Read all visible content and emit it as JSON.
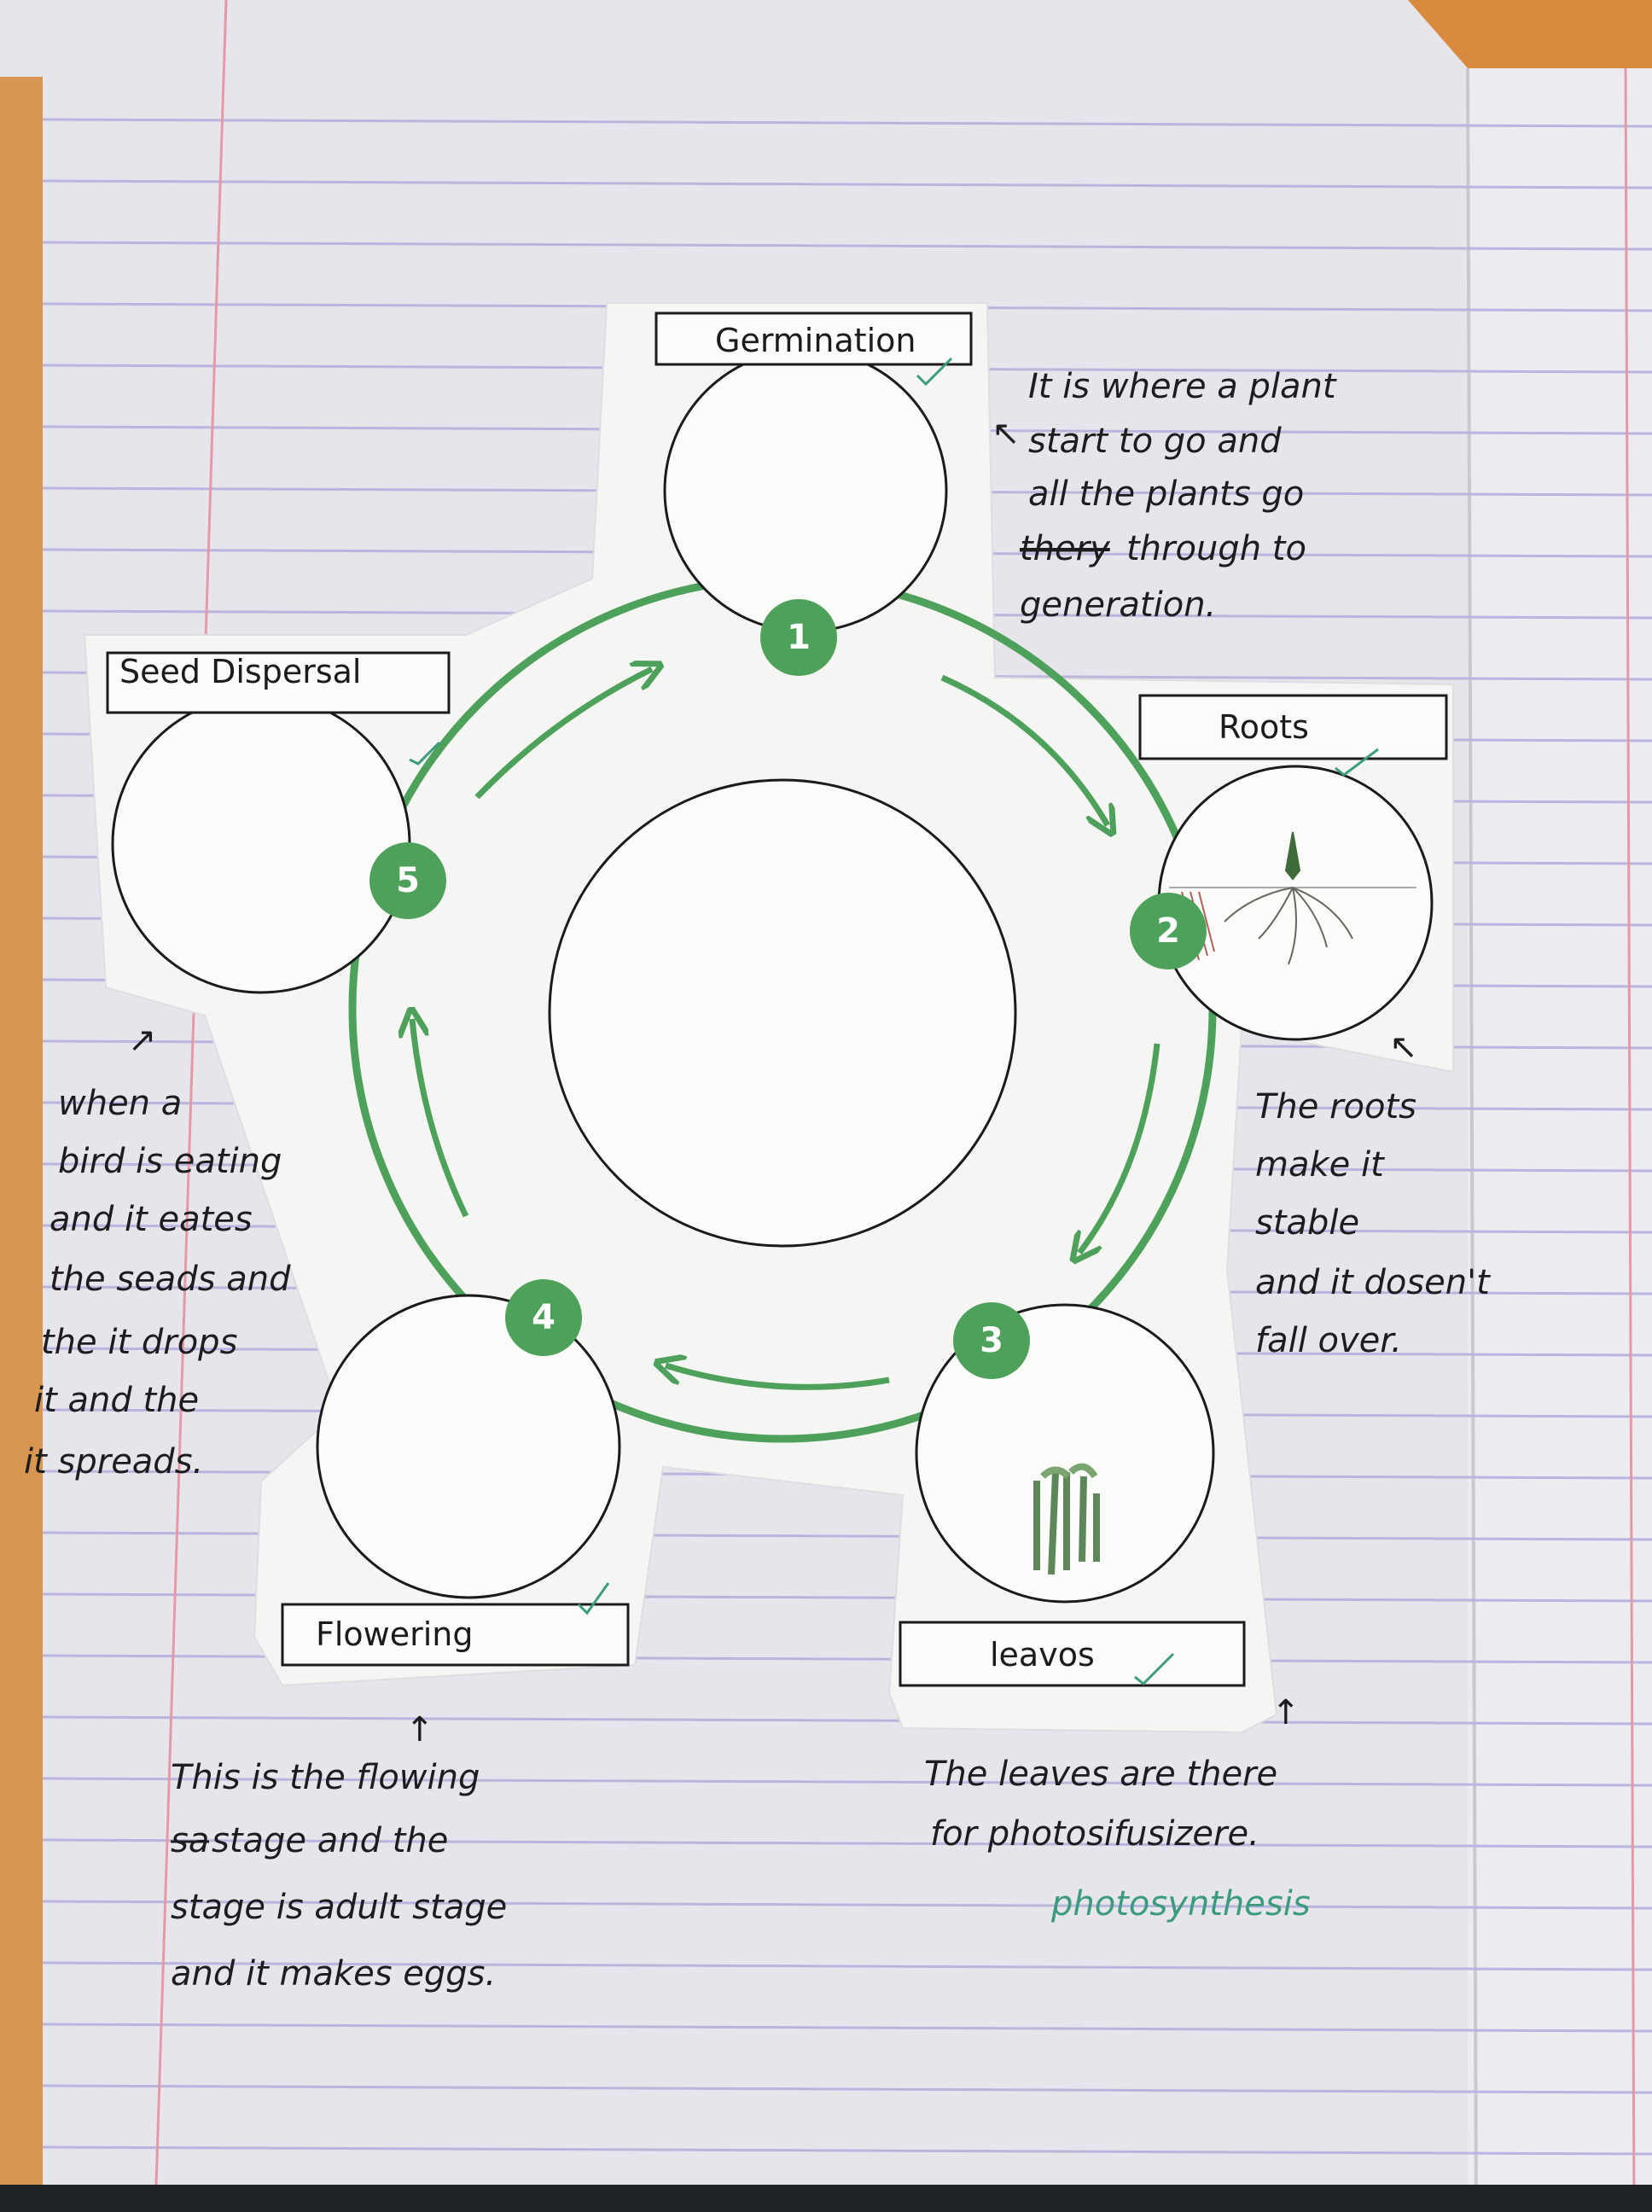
{
  "colors": {
    "cycle_green": "#4ea15a",
    "ink": "#1d1d1f",
    "teacher_pen": "#3a9b7e",
    "margin_red": "#e49aa6",
    "rule_blue": "#b9b6dd"
  },
  "stages": [
    {
      "number": "1",
      "label": "Germination"
    },
    {
      "number": "2",
      "label": "Roots"
    },
    {
      "number": "3",
      "label": "leavos"
    },
    {
      "number": "4",
      "label": "Flowering"
    },
    {
      "number": "5",
      "label": "Seed Dispersal"
    }
  ],
  "notes": {
    "germination": {
      "arrow": "↖",
      "lines": [
        "It is where a plant",
        "start to go and",
        "all the plants go",
        "through to",
        "generation."
      ],
      "struck": "thery"
    },
    "roots": {
      "arrow": "↖",
      "lines": [
        "The roots",
        "make it",
        "stable",
        "and it dosen't",
        "fall over."
      ]
    },
    "seed_dispersal": {
      "arrow": "↗",
      "lines": [
        "when a",
        "bird is eating",
        "and it eates",
        "the seads and",
        "the it drops",
        "it and the",
        "it spreads."
      ]
    },
    "flowering": {
      "arrow": "↑",
      "lines": [
        "This is the flowing",
        "stage and the",
        "stage is adult stage",
        "and it makes eggs."
      ],
      "struck": "sa"
    },
    "leaves": {
      "arrow": "↑",
      "lines": [
        "The leaves are there",
        "for photosifusizere."
      ],
      "correction": "photosynthesis"
    }
  }
}
